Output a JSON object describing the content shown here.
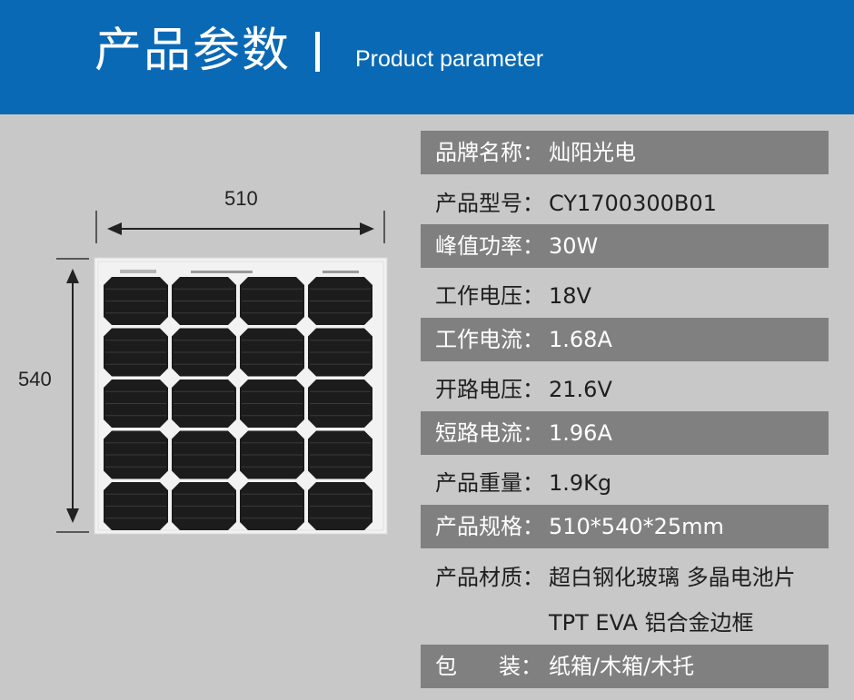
{
  "header": {
    "title_cn": "产品参数",
    "title_en": "Product parameter",
    "background": "#0a69b5"
  },
  "figure": {
    "width_label": "510",
    "height_label": "540",
    "cell_rows": 5,
    "cell_cols": 4
  },
  "specs": [
    {
      "key": "品牌名称：",
      "value": "灿阳光电",
      "shade": "dark"
    },
    {
      "key": "产品型号：",
      "value": "CY1700300B01",
      "shade": "light"
    },
    {
      "key": "峰值功率：",
      "value": "30W",
      "shade": "dark"
    },
    {
      "key": "工作电压：",
      "value": "18V",
      "shade": "light"
    },
    {
      "key": "工作电流：",
      "value": "1.68A",
      "shade": "dark"
    },
    {
      "key": "开路电压：",
      "value": "21.6V",
      "shade": "light"
    },
    {
      "key": "短路电流：",
      "value": "1.96A",
      "shade": "dark"
    },
    {
      "key": "产品重量：",
      "value": "1.9Kg",
      "shade": "light"
    },
    {
      "key": "产品规格：",
      "value": "510*540*25mm",
      "shade": "dark"
    },
    {
      "key": "产品材质：",
      "value": "超白钢化玻璃 多晶电池片",
      "shade": "light"
    },
    {
      "key": "",
      "value": "TPT EVA 铝合金边框",
      "shade": "light"
    },
    {
      "key_part1": "包",
      "key_part2": "装：",
      "value": "纸箱/木箱/木托",
      "shade": "dark"
    }
  ]
}
